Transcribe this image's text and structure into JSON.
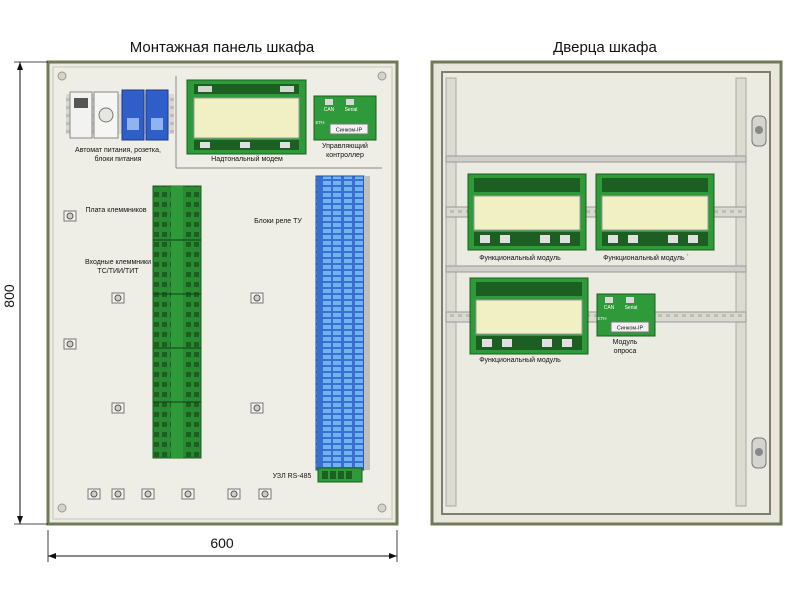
{
  "panel": {
    "title": "Монтажная панель шкафа",
    "labels": {
      "power": [
        "Автомат питания, розетка,",
        "блоки питания"
      ],
      "modem": "Надтональный модем",
      "controller": [
        "Управляющий",
        "контроллер"
      ],
      "terminal_board": "Плата клеммников",
      "inputs": [
        "Входные клеммники",
        "ТС/ТИИ/ТИТ"
      ],
      "relays": "Блоки реле ТУ",
      "rs485": "УЗЛ RS-485"
    }
  },
  "door": {
    "title": "Дверца шкафа",
    "labels": {
      "func1": "Функциональный модуль",
      "func2": "Функциональный модуль `",
      "func3": "Функциональный модуль",
      "poll": [
        "Модуль",
        "опроса"
      ]
    }
  },
  "dims": {
    "height": "800",
    "width": "600"
  },
  "device_text": {
    "can": "CAN",
    "serial": "Serial",
    "brand": "Синком-IP",
    "eth": "ETH"
  },
  "colors": {
    "cabinet_bg": "#e9e7db",
    "cabinet_border": "#6f7a5a",
    "pcb_green": "#2f9a3a",
    "relay_blue": "#3a6fd1",
    "module_panel": "#f1f0c5"
  }
}
